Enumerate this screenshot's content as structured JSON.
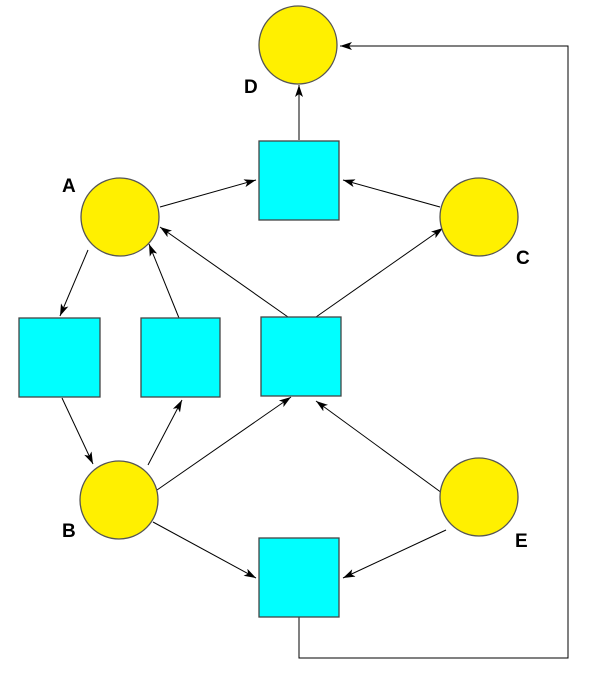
{
  "colors": {
    "place_fill": "#FFF000",
    "transition_fill": "#00FFFF",
    "arc": "#000000",
    "label": "#000000"
  },
  "places": [
    {
      "id": "A",
      "label": "A"
    },
    {
      "id": "B",
      "label": "B"
    },
    {
      "id": "C",
      "label": "C"
    },
    {
      "id": "D",
      "label": "D"
    },
    {
      "id": "E",
      "label": "E"
    }
  ],
  "transitions": [
    {
      "id": "t-top",
      "label": ""
    },
    {
      "id": "t-left",
      "label": ""
    },
    {
      "id": "t-mid-left",
      "label": ""
    },
    {
      "id": "t-center",
      "label": ""
    },
    {
      "id": "t-bottom",
      "label": ""
    }
  ],
  "arcs": [
    {
      "from": "A",
      "to": "t-top"
    },
    {
      "from": "t-top",
      "to": "D"
    },
    {
      "from": "C",
      "to": "t-top"
    },
    {
      "from": "A",
      "to": "t-left"
    },
    {
      "from": "t-left",
      "to": "B"
    },
    {
      "from": "B",
      "to": "t-mid-left"
    },
    {
      "from": "t-mid-left",
      "to": "A"
    },
    {
      "from": "t-center",
      "to": "A"
    },
    {
      "from": "t-center",
      "to": "C"
    },
    {
      "from": "B",
      "to": "t-center"
    },
    {
      "from": "E",
      "to": "t-center"
    },
    {
      "from": "B",
      "to": "t-bottom"
    },
    {
      "from": "E",
      "to": "t-bottom"
    },
    {
      "from": "t-bottom",
      "to": "D"
    }
  ]
}
